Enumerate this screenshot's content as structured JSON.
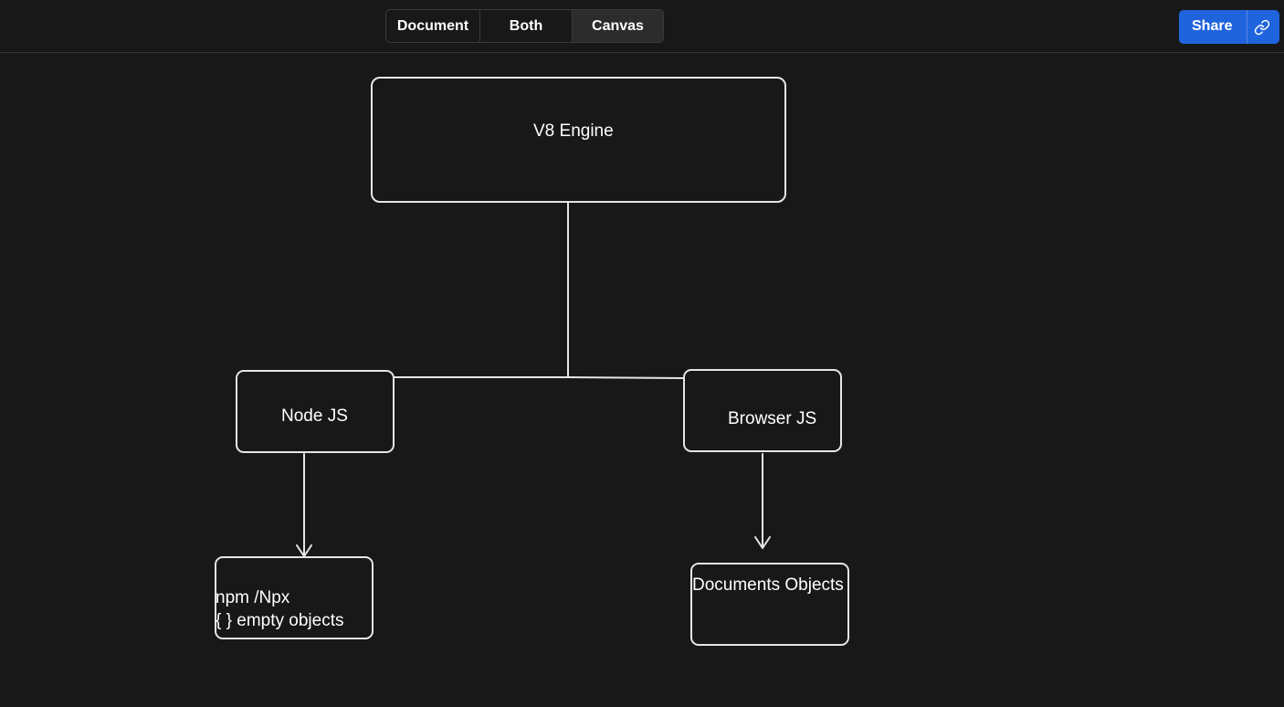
{
  "toolbar": {
    "view_modes": [
      "Document",
      "Both",
      "Canvas"
    ],
    "active_view": "Canvas",
    "share_label": "Share",
    "share_icon": "link-icon"
  },
  "canvas": {
    "nodes": {
      "v8": "V8 Engine",
      "node_js": "Node JS",
      "browser_js": "Browser JS",
      "npm_line1": "npm /Npx",
      "npm_line2": "{ } empty objects",
      "documents": "Documents Objects"
    },
    "stroke_color": "#e6e6e6",
    "background": "#181818",
    "accent": "#1f63dd"
  }
}
